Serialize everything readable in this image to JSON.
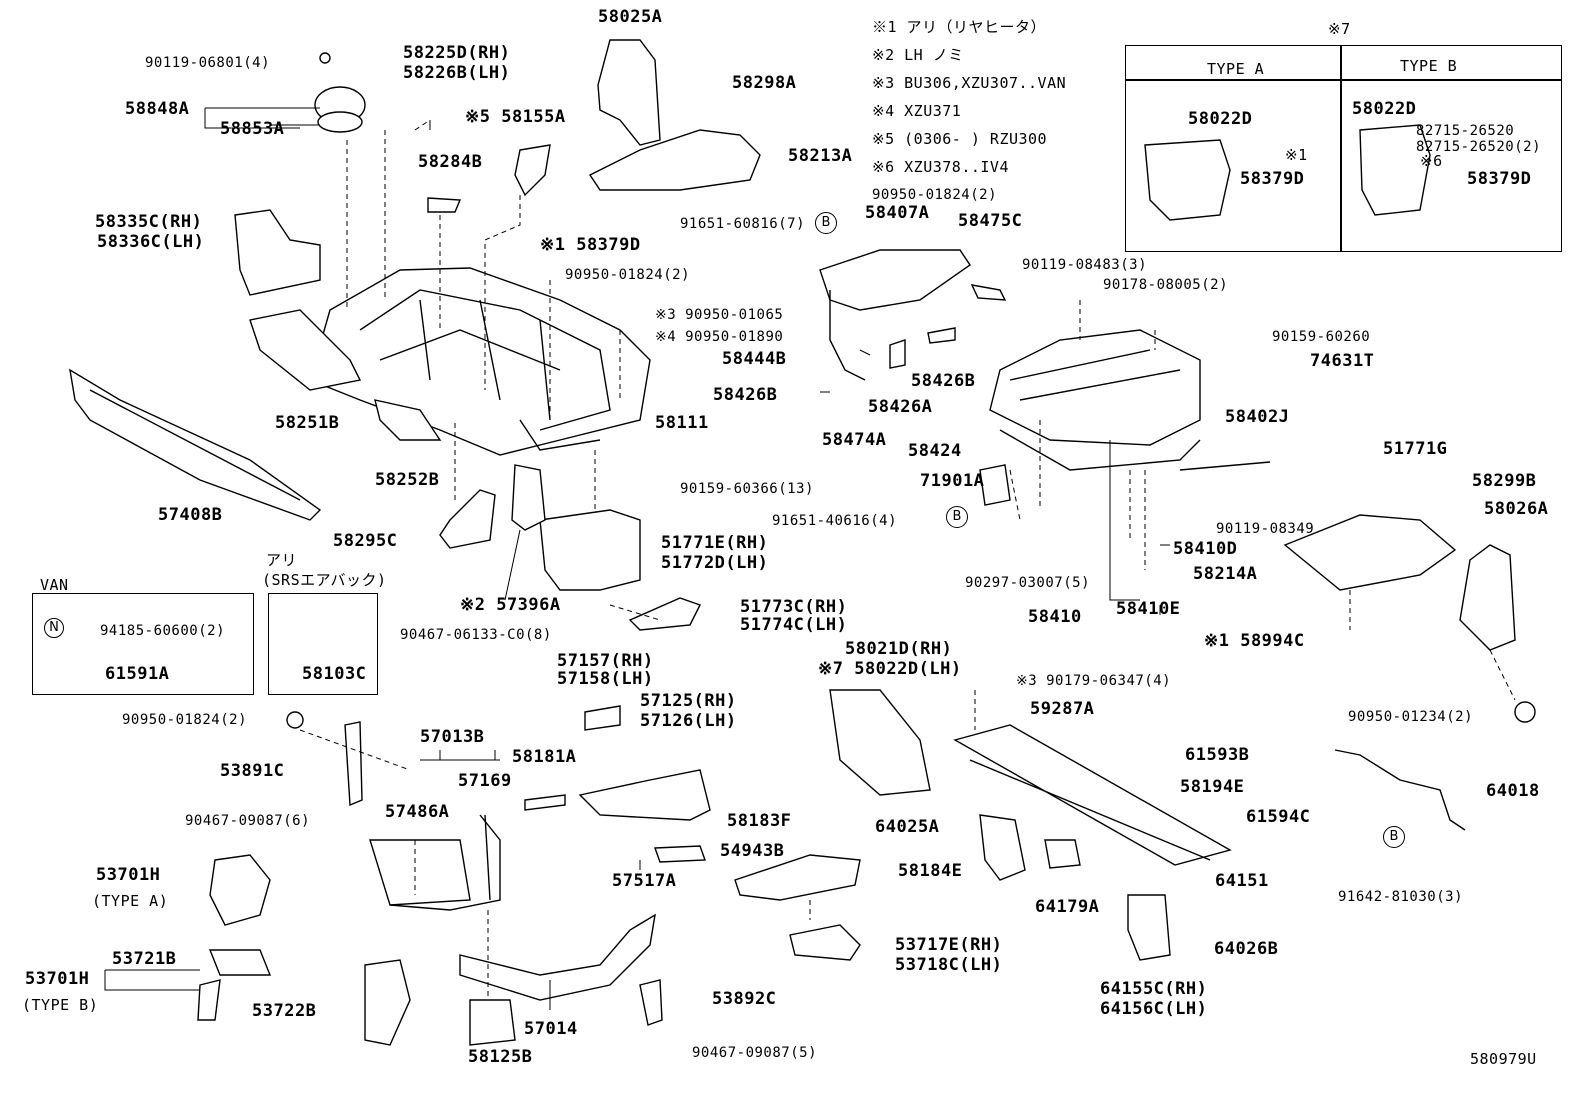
{
  "diagram_code": "580979U",
  "legend": {
    "notes": [
      "※1 アリ（リヤヒータ）",
      "※2 LH ノミ",
      "※3 BU306,XZU307..VAN",
      "※4 XZU371",
      "※5 (0306-      ) RZU300",
      "※6 XZU378..IV4"
    ]
  },
  "type_table": {
    "marker": "※7",
    "type_a": "TYPE A",
    "type_b": "TYPE B",
    "a_parts": [
      "58022D",
      "※1",
      "58379D"
    ],
    "b_parts": [
      "58022D",
      "82715-26520",
      "82715-26520(2)",
      "※6",
      "58379D"
    ]
  },
  "van_box": {
    "title": "VAN",
    "clip_mark": "N",
    "clip_part": "94185-60600(2)",
    "part": "61591A"
  },
  "srs_box": {
    "line1": "アリ",
    "line2": "(SRSエアバック)",
    "part": "58103C"
  },
  "labels": [
    "90119-06801(4)",
    "58848A",
    "58853A",
    "58225D(RH)",
    "58226B(LH)",
    "58025A",
    "58298A",
    "※5 58155A",
    "58213A",
    "58284B",
    "58335C(RH)",
    "58336C(LH)",
    "※1 58379D",
    "90950-01824(2)",
    "※3 90950-01065",
    "※4 90950-01890",
    "58251B",
    "58111",
    "58252B",
    "57408B",
    "90159-60366(13)",
    "58295C",
    "51771E(RH)",
    "51772D(LH)",
    "※2 57396A",
    "51773C(RH)",
    "51774C(LH)",
    "90467-06133-C0(8)",
    "90950-01824(2)",
    "91651-60816(7)",
    "58407A",
    "58475C",
    "58444B",
    "58426B",
    "58426B",
    "58426A",
    "58474A",
    "58424",
    "71901A",
    "91651-40616(4)",
    "90297-03007(5)",
    "58410",
    "58410D",
    "58410E",
    "90119-08483(3)",
    "90178-08005(2)",
    "90159-60260",
    "74631T",
    "58402J",
    "51771G",
    "58299B",
    "90119-08349",
    "58026A",
    "58214A",
    "※1 58994C",
    "90950-01234(2)",
    "64018",
    "91642-81030(3)",
    "57157(RH)",
    "57158(LH)",
    "57125(RH)",
    "57126(LH)",
    "90950-01824(2)",
    "53891C",
    "57013B",
    "57169",
    "58181A",
    "90467-09087(6)",
    "57486A",
    "58183F",
    "54943B",
    "57517A",
    "53701H",
    "(TYPE A)",
    "53721B",
    "53701H",
    "(TYPE B)",
    "53722B",
    "57014",
    "58125B",
    "53892C",
    "90467-09087(5)",
    "58021D(RH)",
    "※7 58022D(LH)",
    "※3 90179-06347(4)",
    "59287A",
    "61593B",
    "58194E",
    "61594C",
    "64025A",
    "58184E",
    "64151",
    "64179A",
    "53717E(RH)",
    "53718C(LH)",
    "64026B",
    "64155C(RH)",
    "64156C(LH)"
  ],
  "callout_mark": "B"
}
